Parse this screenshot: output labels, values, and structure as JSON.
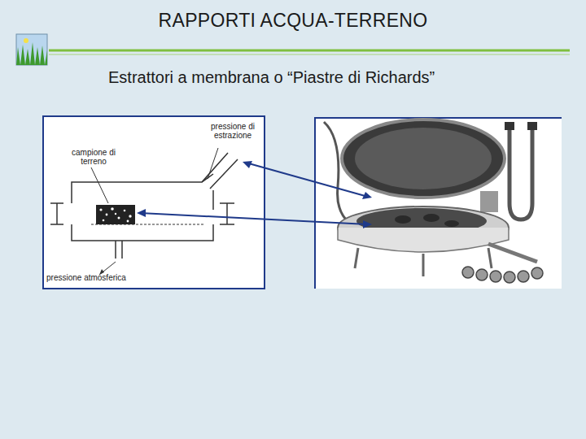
{
  "diagram": {
    "title": "RAPPORTI ACQUA-TERRENO",
    "labels": [
      "Estrattori a membrana o “Piastre di Richards”",
      "pressione di estrazione",
      "campione di terreno",
      "pressione atmosferica"
    ]
  }
}
